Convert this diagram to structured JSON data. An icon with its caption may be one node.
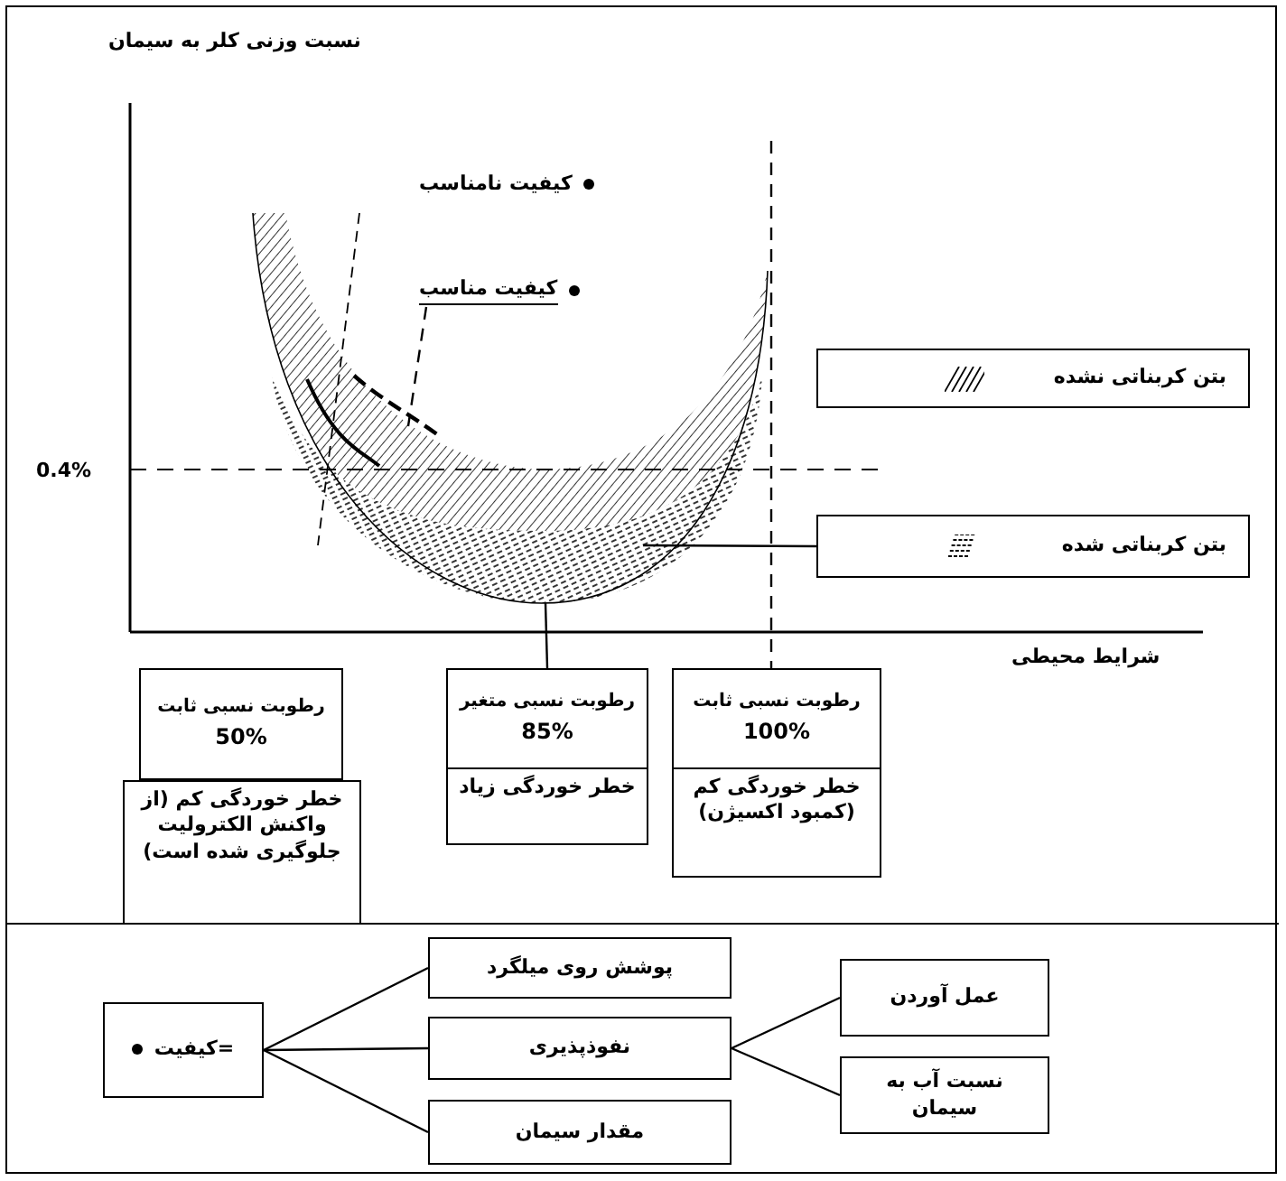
{
  "diagram": {
    "nodes": [
      {
        "text": [
          "کیفیت مناسب"
        ]
      },
      {
        "text": [
          "بتن کربناتی نشده"
        ]
      },
      {
        "text": [
          "بتن کربناتی شده"
        ]
      },
      {
        "text": [
          "رطوبت نسبی ثابت",
          "50%"
        ]
      },
      {
        "text": [
          "خطر خوردگی کم (از واکنش الکترولیت جلوگیری شده است)"
        ]
      },
      {
        "text": [
          "رطوبت نسبی متغیر",
          "85%"
        ]
      },
      {
        "text": [
          "خطر خوردگی زیاد"
        ]
      },
      {
        "text": [
          "رطوبت نسبی ثابت",
          "100%"
        ]
      },
      {
        "text": [
          "خطر خوردگی کم (کمبود اکسیژن)"
        ]
      },
      {
        "text": [
          "=کیفیت"
        ]
      },
      {
        "text": [
          "پوشش روی میلگرد"
        ]
      },
      {
        "text": [
          "نفوذپذیری"
        ]
      },
      {
        "text": [
          "مقدار سیمان"
        ]
      },
      {
        "text": [
          "عمل آوردن"
        ]
      },
      {
        "text": [
          "نسبت آب به سیمان"
        ]
      },
      {
        "text": [],
        "shape": "picture"
      }
    ],
    "edges": [
      {
        "from": 0,
        "to": 15,
        "arrow": "none",
        "style": "dashed"
      },
      {
        "from": 2,
        "to": 15,
        "arrow": "none"
      },
      {
        "from": 15,
        "to": 5,
        "arrow": "none"
      },
      {
        "from": null,
        "to": 7,
        "arrow": "none",
        "style": "dashed"
      },
      {
        "from": 9,
        "to": 10,
        "arrow": "none"
      },
      {
        "from": 9,
        "to": 11,
        "arrow": "none"
      },
      {
        "from": 9,
        "to": 12,
        "arrow": "none"
      },
      {
        "from": 11,
        "to": 13,
        "arrow": "none"
      },
      {
        "from": 11,
        "to": 14,
        "arrow": "none"
      }
    ],
    "labels": [
      "نسبت وزنی کلر به سیمان",
      "کیفیت نامناسب",
      "0.4%",
      "شرایط محیطی"
    ]
  }
}
